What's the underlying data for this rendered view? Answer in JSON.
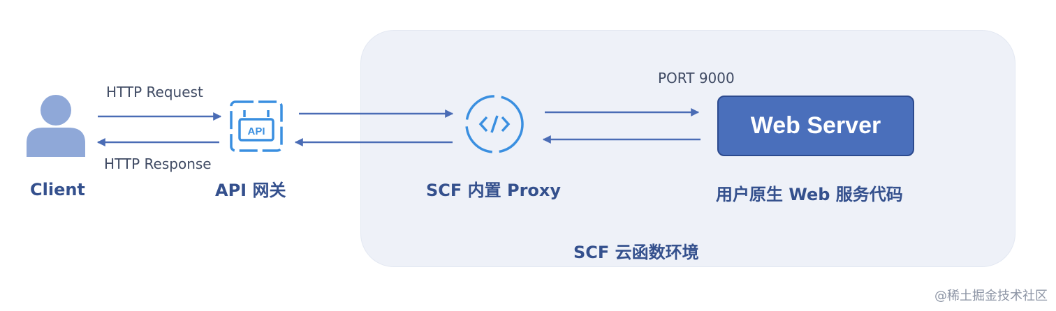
{
  "nodes": {
    "client": {
      "label": "Client"
    },
    "api_gateway": {
      "label": "API 网关",
      "icon": "api-gateway-icon"
    },
    "scf_proxy": {
      "label": "SCF 内置 Proxy",
      "icon": "code-proxy-icon"
    },
    "web_server": {
      "box_label": "Web Server",
      "caption": "用户原生 Web 服务代码"
    }
  },
  "edges": {
    "http_request": "HTTP Request",
    "http_response": "HTTP Response",
    "port": "PORT 9000"
  },
  "environment": {
    "label": "SCF 云函数环境"
  },
  "watermark": "@稀土掘金技术社区",
  "colors": {
    "arrow": "#4a6cb5",
    "environment_bg": "#eef1f8",
    "web_server_fill": "#4a6fbb",
    "icon_blue": "#3a8fe0",
    "client_icon": "#8fa8d8",
    "label_text": "#34508d"
  }
}
